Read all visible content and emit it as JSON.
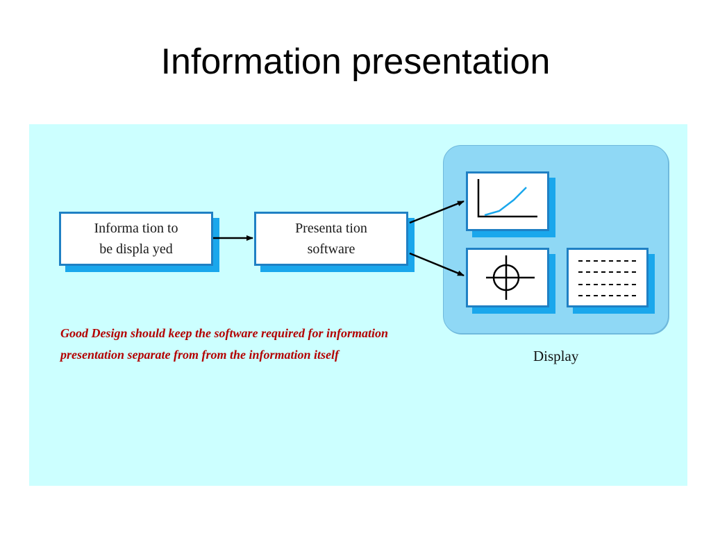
{
  "slide": {
    "title": "Information presentation"
  },
  "diagram": {
    "nodes": {
      "information": {
        "label": "Informa tion to\nbe displa  yed"
      },
      "presentation_software": {
        "label": "Presenta  tion\nsoftware"
      }
    },
    "display": {
      "label": "Display",
      "screens": [
        {
          "name": "graph-screen",
          "icon": "line-graph-icon"
        },
        {
          "name": "crosshair-screen",
          "icon": "crosshair-icon"
        },
        {
          "name": "text-screen",
          "icon": "dashed-lines-icon"
        }
      ]
    },
    "note": "Good Design should keep the software required for information presentation separate from from  the information itself",
    "colors": {
      "panel": "#ccffff",
      "display_area": "#8fd8f5",
      "box_border": "#1f80c4",
      "box_shadow": "#1aa7ec",
      "note_text": "#b30000"
    }
  }
}
